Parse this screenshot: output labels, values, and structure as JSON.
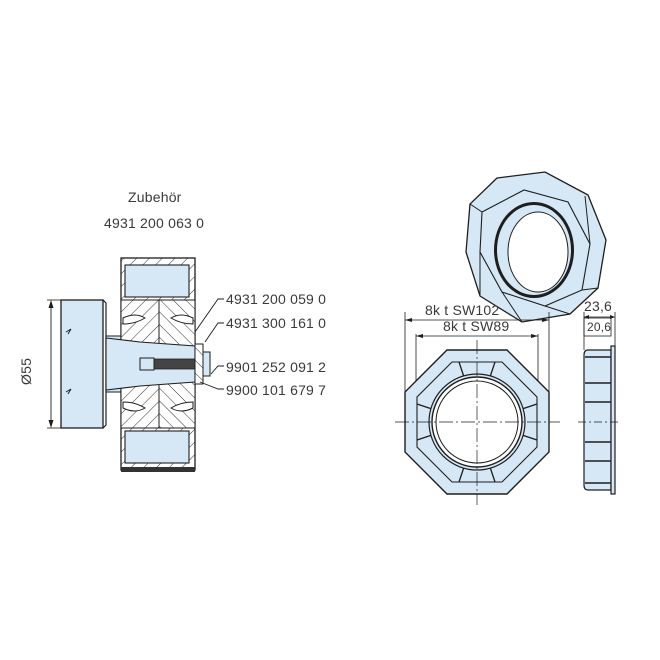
{
  "accessory": {
    "title": "Zubehör",
    "part_number": "4931 200 063 0"
  },
  "callouts": [
    {
      "label": "4931 200 059 0"
    },
    {
      "label": "4931 300 161 0"
    },
    {
      "label": "9901 252 091 2"
    },
    {
      "label": "9900 101 679 7"
    }
  ],
  "dimensions": {
    "diameter": "Ø55",
    "octagon_outer": "8k t SW102",
    "octagon_inner": "8k t SW89",
    "width_outer": "23,6",
    "width_inner": "20,6"
  },
  "colors": {
    "fill": "#d6e8f5",
    "line": "#1e1e1e",
    "hatch": "#333333"
  }
}
